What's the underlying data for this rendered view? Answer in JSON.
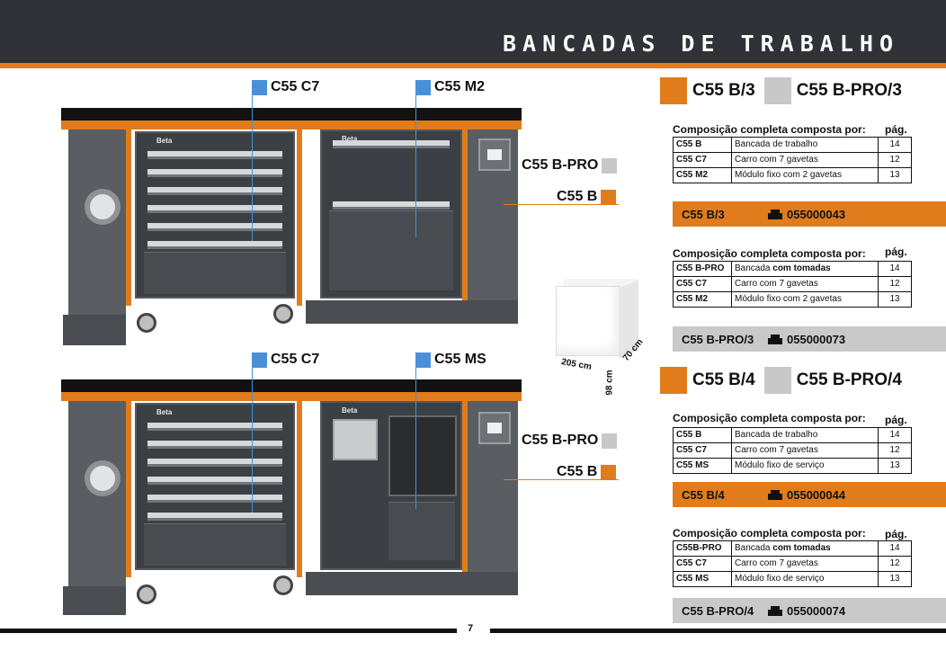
{
  "page": {
    "title": "BANCADAS DE TRABALHO",
    "number": "7"
  },
  "colors": {
    "header": "#2f3237",
    "accent": "#e07c1b",
    "blue": "#4a90d9",
    "grey": "#c8c8c8"
  },
  "bench1": {
    "brand_left": "Beta",
    "brand_right": "Beta",
    "callout_c7": "C55 C7",
    "callout_module": "C55 M2",
    "callout_pro": "C55 B-PRO",
    "callout_b": "C55 B"
  },
  "bench2": {
    "brand_left": "Beta",
    "brand_right": "Beta",
    "callout_c7": "C55 C7",
    "callout_module": "C55 MS",
    "callout_pro": "C55 B-PRO",
    "callout_b": "C55 B"
  },
  "dimensions": {
    "width": "205 cm",
    "depth": "70 cm",
    "height": "98 cm"
  },
  "sections": [
    {
      "header_a": "C55 B/3",
      "header_b": "C55 B-PRO/3",
      "sets": [
        {
          "comp_title": "Composição completa composta por:",
          "pag_title": "pág.",
          "rows": [
            {
              "code": "C55 B",
              "desc": "Bancada de trabalho",
              "pag": "14"
            },
            {
              "code": "C55 C7",
              "desc": "Carro com 7 gavetas",
              "pag": "12"
            },
            {
              "code": "C55 M2",
              "desc": "Módulo fixo com 2 gavetas",
              "pag": "13"
            }
          ],
          "order_code": "C55 B/3",
          "order_ref": "055000043"
        },
        {
          "comp_title": "Composição completa composta por:",
          "pag_title": "pág.",
          "rows": [
            {
              "code": "C55 B-PRO",
              "desc_a": "Bancada ",
              "desc_b": "com tomadas",
              "pag": "14"
            },
            {
              "code": "C55 C7",
              "desc": "Carro com 7 gavetas",
              "pag": "12"
            },
            {
              "code": "C55 M2",
              "desc": "Módulo fixo com 2 gavetas",
              "pag": "13"
            }
          ],
          "order_code": "C55 B-PRO/3",
          "order_ref": "055000073"
        }
      ]
    },
    {
      "header_a": "C55 B/4",
      "header_b": "C55 B-PRO/4",
      "sets": [
        {
          "comp_title": "Composição completa composta por:",
          "pag_title": "pág.",
          "rows": [
            {
              "code": "C55 B",
              "desc": "Bancada de trabalho",
              "pag": "14"
            },
            {
              "code": "C55 C7",
              "desc": "Carro com 7 gavetas",
              "pag": "12"
            },
            {
              "code": "C55 MS",
              "desc": "Módulo fixo de serviço",
              "pag": "13"
            }
          ],
          "order_code": "C55 B/4",
          "order_ref": "055000044"
        },
        {
          "comp_title": "Composição completa composta por:",
          "pag_title": "pág.",
          "rows": [
            {
              "code": "C55B-PRO",
              "desc_a": "Bancada ",
              "desc_b": "com tomadas",
              "pag": "14"
            },
            {
              "code": "C55 C7",
              "desc": "Carro com 7 gavetas",
              "pag": "12"
            },
            {
              "code": "C55 MS",
              "desc": "Módulo fixo de serviço",
              "pag": "13"
            }
          ],
          "order_code": "C55 B-PRO/4",
          "order_ref": "055000074"
        }
      ]
    }
  ]
}
